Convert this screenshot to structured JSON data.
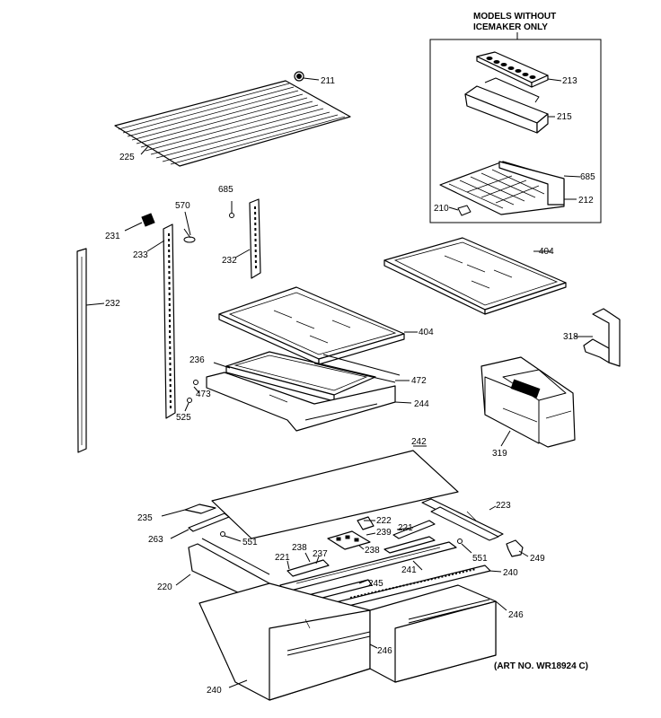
{
  "inset": {
    "title_line1": "MODELS WITHOUT",
    "title_line2": "ICEMAKER ONLY"
  },
  "art_number": "(ART NO. WR18924 C)",
  "labels": {
    "p211": "211",
    "p213": "213",
    "p215": "215",
    "p685a": "685",
    "p212": "212",
    "p210": "210",
    "p225": "225",
    "p685b": "685",
    "p570": "570",
    "p231": "231",
    "p233": "233",
    "p232a": "232",
    "p232b": "232",
    "p404a": "404",
    "p404b": "404",
    "p318": "318",
    "p236": "236",
    "p472": "472",
    "p473": "473",
    "p244": "244",
    "p525": "525",
    "p319": "319",
    "p242": "242",
    "p223": "223",
    "p235": "235",
    "p222": "222",
    "p221a": "221",
    "p239": "239",
    "p263": "263",
    "p551a": "551",
    "p238a": "238",
    "p238b": "238",
    "p221b": "221",
    "p237": "237",
    "p551b": "551",
    "p249": "249",
    "p241": "241",
    "p240a": "240",
    "p220": "220",
    "p245": "245",
    "p246a": "246",
    "p246b": "246",
    "p240b": "240"
  }
}
